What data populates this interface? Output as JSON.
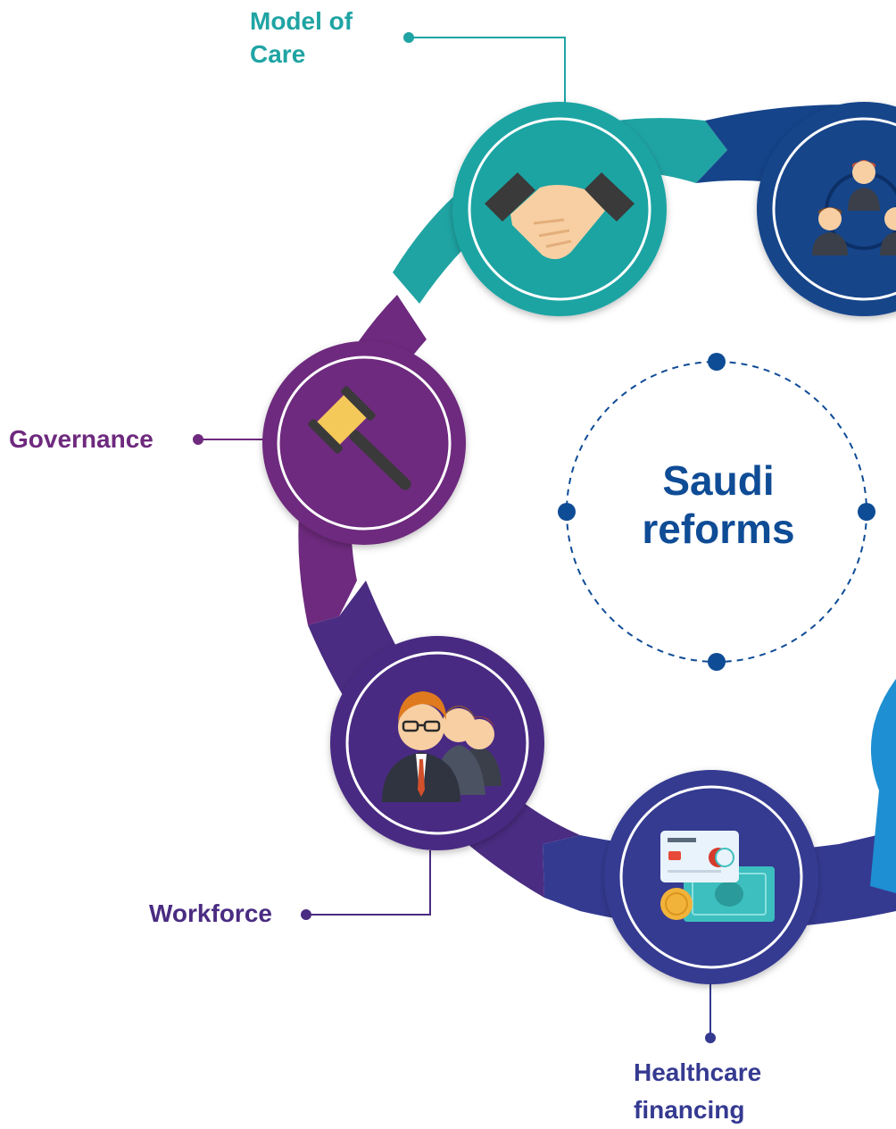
{
  "center": {
    "line1": "Saudi",
    "line2": "reforms"
  },
  "nodes": [
    {
      "id": "model-of-care",
      "label_lines": [
        "Model of",
        "Care"
      ],
      "color": "#1fa4a3",
      "icon": "handshake-icon"
    },
    {
      "id": "stakeholders",
      "label_lines": [],
      "color": "#15448a",
      "icon": "people-network-icon"
    },
    {
      "id": "governance",
      "label_lines": [
        "Governance"
      ],
      "color": "#6e2a7e",
      "icon": "gavel-icon"
    },
    {
      "id": "workforce",
      "label_lines": [
        "Workforce"
      ],
      "color": "#4a2c82",
      "icon": "team-icon"
    },
    {
      "id": "healthcare-financing",
      "label_lines": [
        "Healthcare",
        "financing"
      ],
      "color": "#353a91",
      "icon": "payment-card-money-icon"
    }
  ],
  "colors": {
    "teal": "#1fa4a3",
    "navy": "#15448a",
    "purple": "#6e2a7e",
    "violet": "#4a2c82",
    "indigo": "#353a91",
    "sky": "#1e8fd2",
    "title": "#0f4c96"
  }
}
